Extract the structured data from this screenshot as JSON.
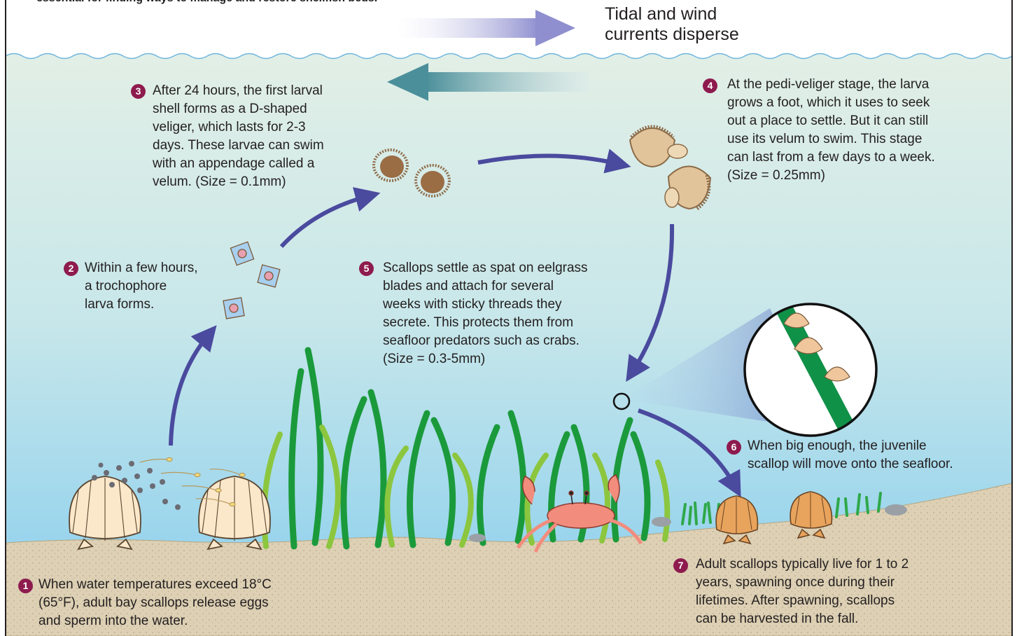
{
  "header_note": "essential for finding ways to manage and restore shellfish beds.",
  "currents_label": [
    "Tidal and wind",
    "currents disperse"
  ],
  "steps": [
    {
      "number": "1",
      "lines": [
        "When water temperatures exceed 18°C",
        "(65°F), adult bay scallops release eggs",
        "and sperm into the water."
      ]
    },
    {
      "number": "2",
      "lines": [
        "Within a few hours,",
        "a trochophore",
        "larva forms."
      ]
    },
    {
      "number": "3",
      "lines": [
        "After 24 hours, the first larval",
        "shell forms as a D-shaped",
        "veliger, which lasts for 2-3",
        "days. These larvae can swim",
        "with an appendage called a",
        "velum. (Size = 0.1mm)"
      ]
    },
    {
      "number": "4",
      "lines": [
        "At the pedi-veliger stage, the larva",
        "grows a foot, which it uses to seek",
        "out a place to settle. But it can still",
        "use its velum to swim. This stage",
        "can last from a few days to a week.",
        "(Size = 0.25mm)"
      ]
    },
    {
      "number": "5",
      "lines": [
        "Scallops settle as spat on eelgrass",
        "blades and attach for several",
        "weeks with sticky threads they",
        "secrete. This protects them from",
        "seafloor predators such as crabs.",
        "(Size = 0.3-5mm)"
      ]
    },
    {
      "number": "6",
      "lines": [
        "When big enough, the juvenile",
        "scallop will move onto the seafloor."
      ]
    },
    {
      "number": "7",
      "lines": [
        "Adult scallops typically live for 1 to 2",
        "years, spawning once during their",
        "lifetimes. After spawning, scallops",
        "can be harvested in the fall."
      ]
    }
  ],
  "colors": {
    "sky": "#ffffff",
    "water_top": "#dfeee4",
    "water_bottom": "#8fd0ee",
    "sand": "#ddd0b3",
    "arrow": "#4a4a9e",
    "badge": "#8e1b4e",
    "eelgrass_dark": "#1f9a3e",
    "eelgrass_light": "#8cc63f",
    "scallop_shell": "#f9e3c4",
    "adult_scallop": "#e9a35a",
    "crab": "#f08c7e"
  }
}
